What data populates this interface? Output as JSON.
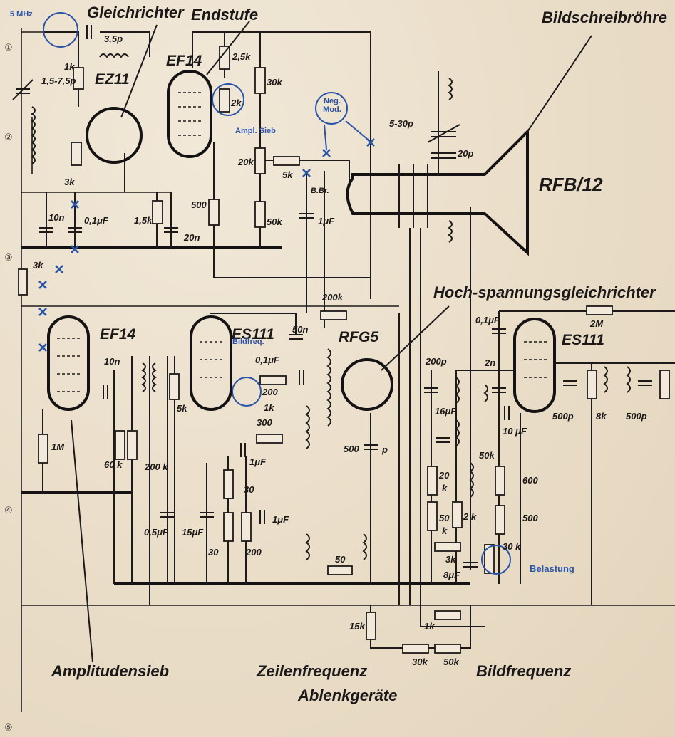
{
  "titles": {
    "gleichrichter": "Gleichrichter",
    "endstufe": "Endstufe",
    "bildschreibroehre": "Bildschreibröhre",
    "rfb12": "RFB/12",
    "hochspannung": "Hoch-spannungsgleichrichter",
    "amplitudensieb": "Amplitudensieb",
    "zeilenfrequenz": "Zeilenfrequenz",
    "ablenkgeraete": "Ablenkgeräte",
    "bildfrequenz": "Bildfrequenz"
  },
  "tubes": {
    "ez11": "EZ11",
    "ef14_top": "EF14",
    "ef14_bottom": "EF14",
    "es111_left": "ES111",
    "rfg5": "RFG5",
    "es111_right": "ES111"
  },
  "terminals": [
    "①",
    "②",
    "③",
    "④",
    "⑤"
  ],
  "annotations": {
    "freq_5mhz": "5 MHz",
    "neg_mod": "Neg. Mod.",
    "ampl_sieb": "Ampl. Sieb",
    "bildfreq": "Bildfreq.",
    "belastung": "Belastung",
    "bbr": "B.Br."
  },
  "values": {
    "c_3p5": "3,5p",
    "c_1575": "1,5-7,5p",
    "r_1k_a": "1k",
    "r_3k_a": "3k",
    "c_10n_a": "10n",
    "c_01uf_a": "0,1μF",
    "r_15k": "1,5k",
    "c_20n": "20n",
    "r_25k": "2,5k",
    "r_2k": "2k",
    "r_30k": "30k",
    "r_20k": "20k",
    "r_5k_a": "5k",
    "r_500_a": "500",
    "r_50k_a": "50k",
    "c_1uf_a": "1μF",
    "c_530p": "5-30p",
    "c_20p": "20p",
    "r_3k_b": "3k",
    "r_200k_a": "200k",
    "c_10n_b": "10n",
    "r_1m": "1M",
    "r_60k": "60 k",
    "r_200k_b": "200 k",
    "c_05uf": "0,5μF",
    "c_50n": "50n",
    "c_01uf_b": "0,1μF",
    "r_200_a": "200",
    "r_1k_b": "1k",
    "r_300": "300",
    "c_1uf_b": "1μF",
    "r_5k_b": "5k",
    "r_30_a": "30",
    "c_15uf": "15μF",
    "r_30_b": "30",
    "r_200_b": "200",
    "c_1uf_c": "1μF",
    "r_50": "50",
    "c_500p_a": "500",
    "c_500p_a_unit": "p",
    "r_15k_b": "15k",
    "r_30k_b": "30k",
    "r_50k_b": "50k",
    "r_1k_c": "1k",
    "c_200p": "200p",
    "c_16uf": "16μF",
    "r_20k_b": "20",
    "r_20k_b_unit": "k",
    "r_50k_c": "50",
    "r_50k_c_unit": "k",
    "r_2k_b": "2 k",
    "r_50k_d": "50k",
    "r_3k_c": "3k",
    "c_8uf": "8μF",
    "c_01uf_c": "0,1μF",
    "c_2n": "2n",
    "c_10uf": "10 μF",
    "r_2m": "2M",
    "c_500p_b": "500p",
    "r_8k": "8k",
    "c_500p_c": "500p",
    "r_600": "600",
    "r_500_b": "500",
    "r_30k_c": "30 k"
  }
}
